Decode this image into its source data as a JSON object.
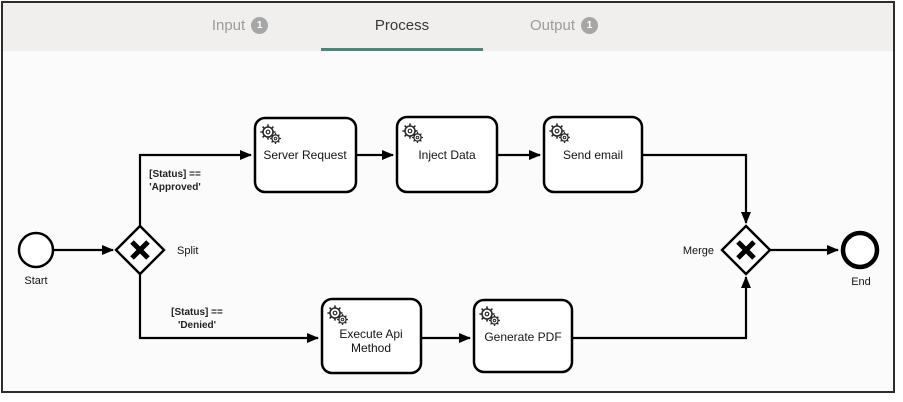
{
  "tabs": [
    {
      "id": "input",
      "label": "Input",
      "badge": "1",
      "active": false
    },
    {
      "id": "process",
      "label": "Process",
      "badge": null,
      "active": true
    },
    {
      "id": "output",
      "label": "Output",
      "badge": "1",
      "active": false
    }
  ],
  "colors": {
    "accent_underline": "#4d8476",
    "badge_bg": "#a6a6a6",
    "tabbar_bg": "#f0efee",
    "canvas_bg": "#fbfbfb",
    "shape_stroke": "#000000"
  },
  "diagram": {
    "start": {
      "label": "Start"
    },
    "end": {
      "label": "End"
    },
    "split_gateway": {
      "label": "Split",
      "symbol_icon": "exclusive-gateway-x-icon"
    },
    "merge_gateway": {
      "label": "Merge",
      "symbol_icon": "exclusive-gateway-x-icon"
    },
    "conditions": {
      "approved": {
        "line1": "[Status] ==",
        "line2": "'Approved'"
      },
      "denied": {
        "line1": "[Status] ==",
        "line2": "'Denied'"
      }
    },
    "tasks": {
      "server_request": {
        "label": "Server Request",
        "icon": "gears-icon"
      },
      "inject_data": {
        "label": "Inject Data",
        "icon": "gears-icon"
      },
      "send_email": {
        "label": "Send email",
        "icon": "gears-icon"
      },
      "execute_api": {
        "line1": "Execute Api",
        "line2": "Method",
        "icon": "gears-icon"
      },
      "generate_pdf": {
        "label": "Generate PDF",
        "icon": "gears-icon"
      }
    }
  }
}
